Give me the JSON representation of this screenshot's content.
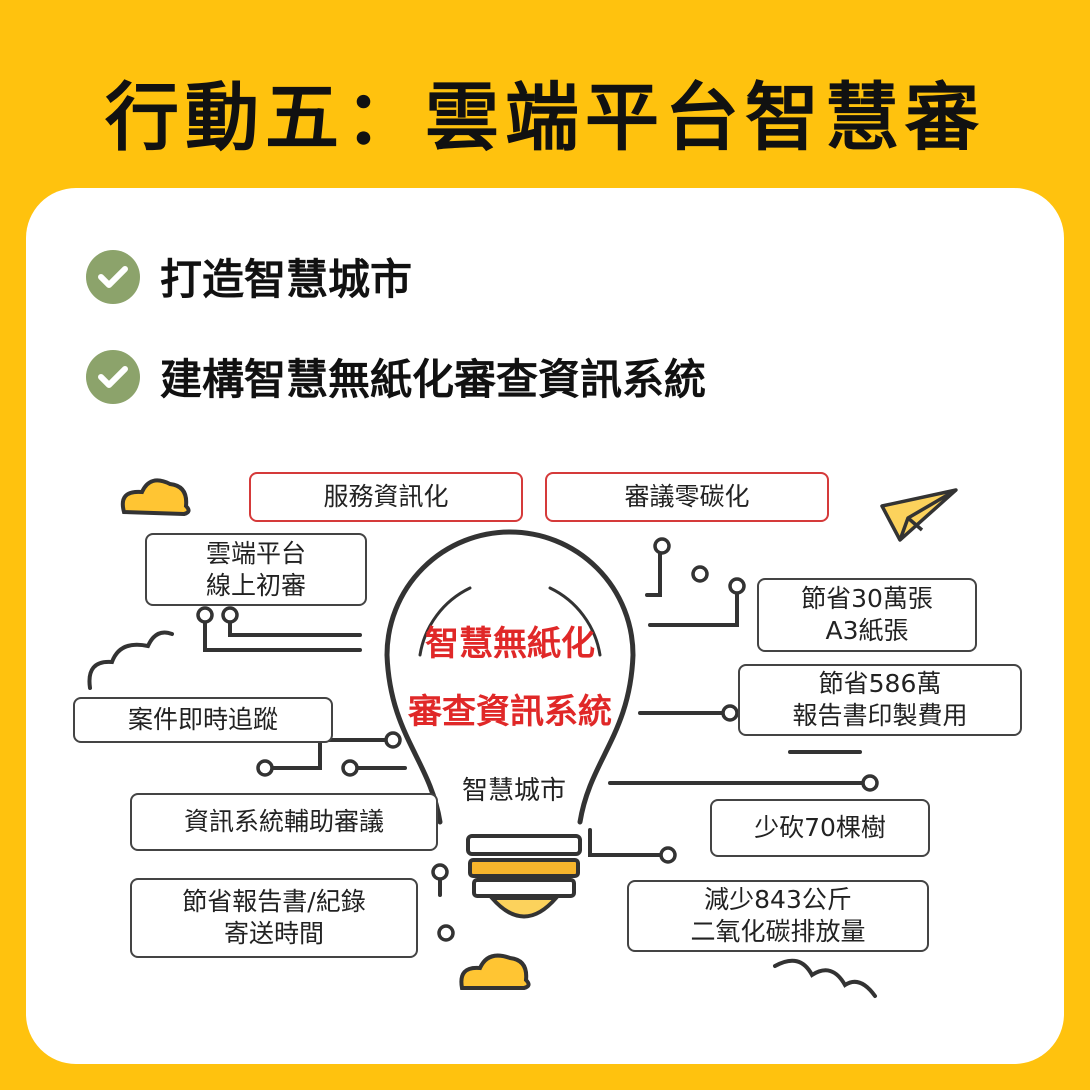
{
  "title": "行動五：雲端平台智慧審",
  "bullets": [
    "打造智慧城市",
    "建構智慧無紙化審查資訊系統"
  ],
  "bulb": {
    "line1": "智慧無紙化",
    "line2": "審查資訊系統",
    "sub": "智慧城市"
  },
  "top_labels": {
    "left": "服務資訊化",
    "right": "審議零碳化"
  },
  "left_items": {
    "cloud_review": [
      "雲端平台",
      "線上初審"
    ],
    "tracking": "案件即時追蹤",
    "assist": "資訊系統輔助審議",
    "mail": [
      "節省報告書/紀錄",
      "寄送時間"
    ]
  },
  "right_items": {
    "a3": [
      "節省30萬張",
      "A3紙張"
    ],
    "print": [
      "節省586萬",
      "報告書印製費用"
    ],
    "trees": "少砍70棵樹",
    "co2": [
      "減少843公斤",
      "二氧化碳排放量"
    ]
  },
  "colors": {
    "background": "#FFC20E",
    "check": "#8CA36B",
    "accent_red": "#E02828",
    "bulb_band": "#F7B52C"
  }
}
